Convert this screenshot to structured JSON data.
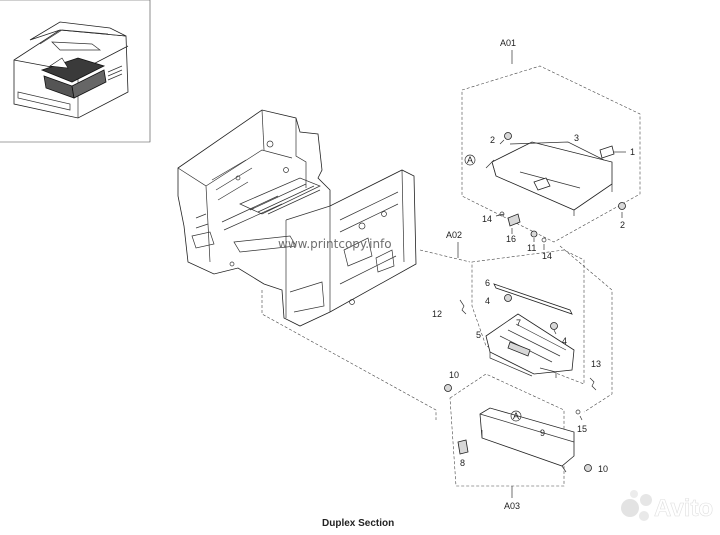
{
  "caption": "Duplex Section",
  "watermark_url": "www.printcopy.info",
  "logo_text": "Avito",
  "callouts": {
    "a": "A",
    "groups": {
      "a01": "A01",
      "a02": "A02",
      "a03": "A03"
    },
    "parts": {
      "p1": "1",
      "p2a": "2",
      "p2b": "2",
      "p3": "3",
      "p4a": "4",
      "p4b": "4",
      "p5": "5",
      "p6": "6",
      "p7": "7",
      "p8": "8",
      "p9": "9",
      "p10a": "10",
      "p10b": "10",
      "p11": "11",
      "p12": "12",
      "p13": "13",
      "p14a": "14",
      "p14b": "14",
      "p15": "15",
      "p16": "16"
    }
  },
  "colors": {
    "line": "#333333",
    "logo_green": "#00aaff",
    "logo_dots": [
      "#00aaff",
      "#a169f7",
      "#ff6163",
      "#97cf26"
    ]
  }
}
